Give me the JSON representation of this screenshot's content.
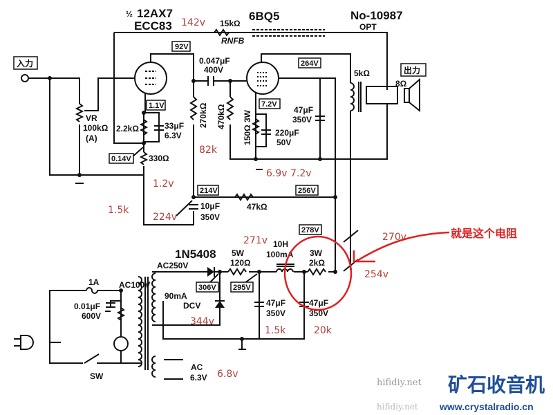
{
  "labels": {
    "tube1_half": "½",
    "tube1_type": "12AX7",
    "tube1_alt": "ECC83",
    "tube2_type": "6BQ5",
    "opt_model": "No-10987",
    "opt_label": "OPT",
    "rnfb_value": "15kΩ",
    "rnfb_name": "RNFB",
    "input": "入力",
    "output": "出力",
    "vr_name": "VR",
    "vr_value": "100kΩ",
    "vr_taper": "(A)",
    "r_2k2": "2.2kΩ",
    "c_33u": "33μF",
    "c_33u_v": "6.3V",
    "r_330": "330Ω",
    "c_coupling": "0.047μF",
    "c_coupling_v": "400V",
    "r_270k": "270kΩ",
    "r_470k": "470kΩ",
    "r_150": "150Ω 3W",
    "c_220u": "220μF",
    "c_220u_v": "50V",
    "c_47u_a": "47μF",
    "c_47u_a_v": "350V",
    "opt_primary": "5kΩ",
    "speaker_imp": "8Ω",
    "c_10u": "10μF",
    "c_10u_v": "350V",
    "r_47k": "47kΩ",
    "diode": "1N5408",
    "ac250": "AC250V",
    "current_90": "90mA",
    "dcv": "DCV",
    "r_120_w": "5W",
    "r_120": "120Ω",
    "choke_h": "10H",
    "choke_i": "100mA",
    "r_2k_w": "3W",
    "r_2k": "2kΩ",
    "c_47u_b": "47μF",
    "c_47u_b_v": "350V",
    "c_47u_c": "47μF",
    "c_47u_c_v": "350V",
    "fuse": "1A",
    "ac100": "AC100V",
    "c_001": "0.01μF",
    "c_001_v": "600V",
    "switch": "SW",
    "ac63_a": "AC",
    "ac63_b": "6.3V"
  },
  "voltage_boxes": {
    "v92": "92V",
    "v1_1": "1.1V",
    "v0_14": "0.14V",
    "v264": "264V",
    "v7_2": "7.2V",
    "v214": "214V",
    "v256": "256V",
    "v278": "278V",
    "v306": "306V",
    "v295": "295V"
  },
  "annotations": {
    "a142": "142v",
    "a82k": "82k",
    "a1_2": "1.2v",
    "a1_5k_left": "1.5k",
    "a224": "224v",
    "a69_72": "6.9v 7.2v",
    "a271": "271v",
    "a270": "270v",
    "a254": "254v",
    "a344": "344v",
    "a1_5k": "1.5k",
    "a20k": "20k",
    "a6_8": "6.8v",
    "callout": "就是这个电阻",
    "annotation_color": "#e02020"
  },
  "watermarks": {
    "site1": "hifidiy.net",
    "logo": "矿石收音机",
    "url": "www.crystalradio.cn",
    "site2": "hifidiy.net"
  }
}
